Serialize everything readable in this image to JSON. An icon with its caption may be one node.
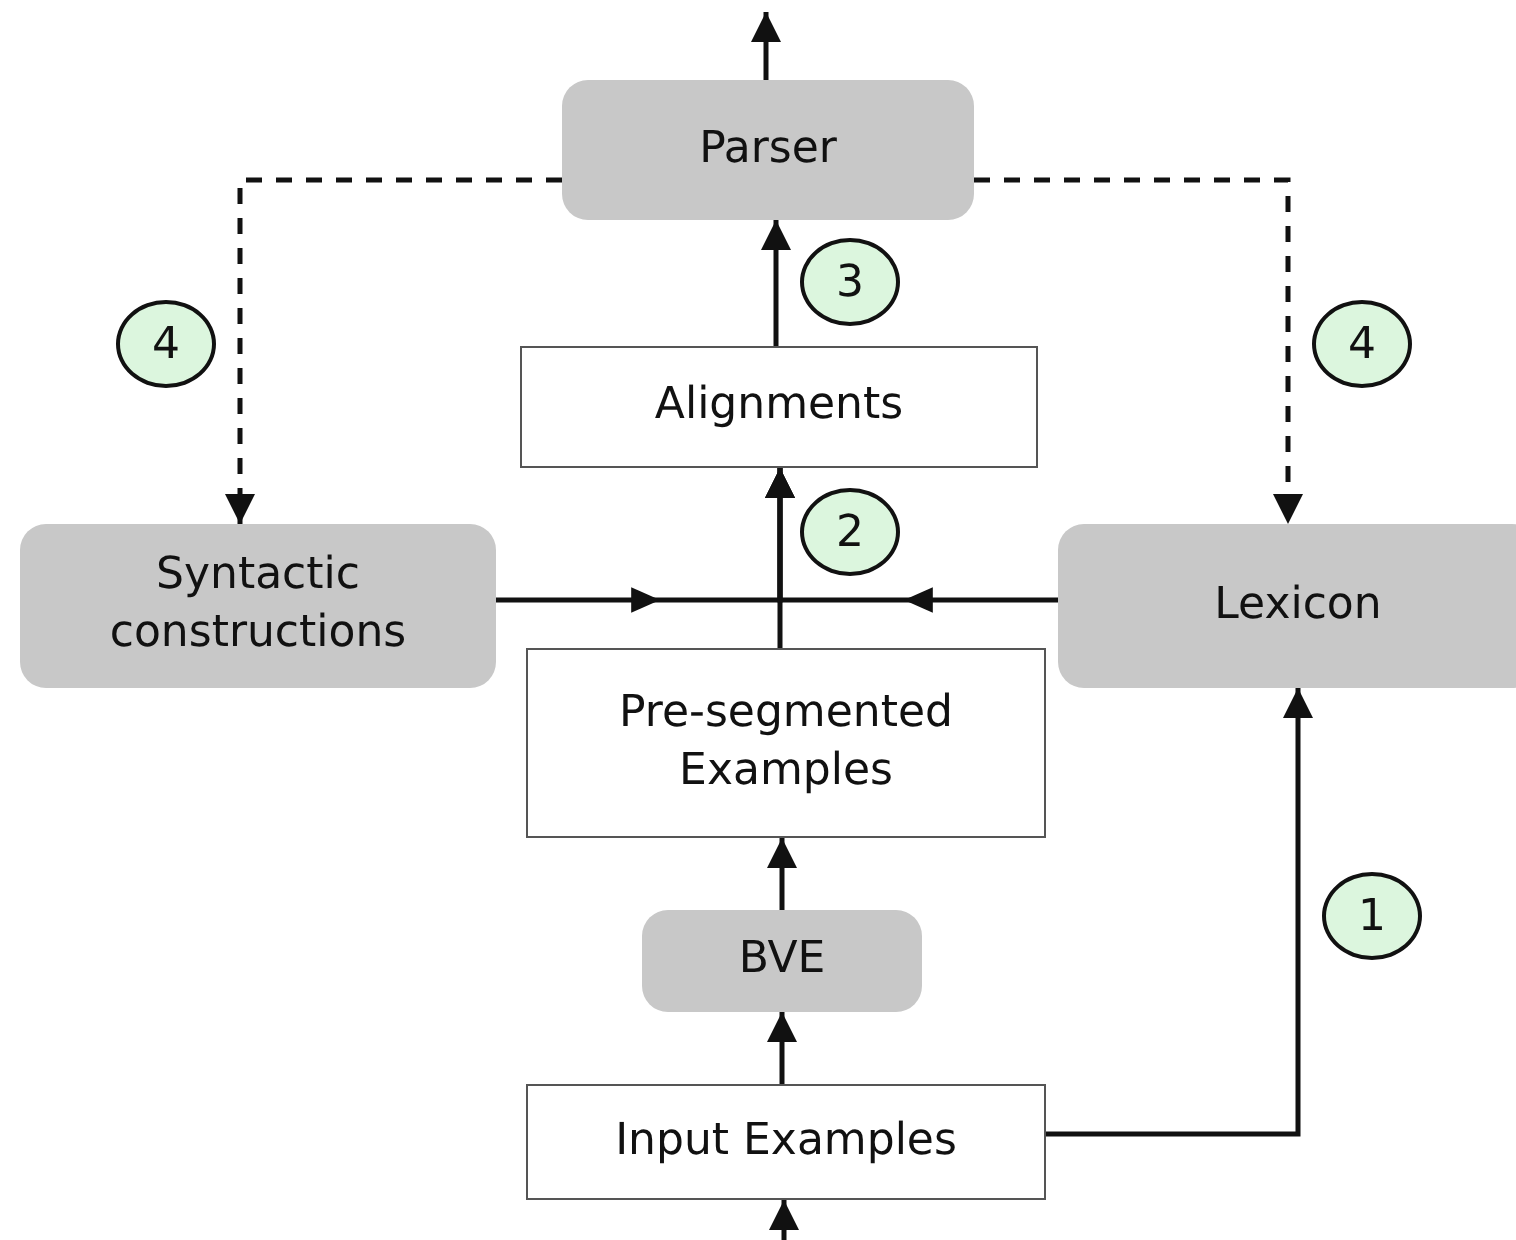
{
  "diagram": {
    "nodes": [
      {
        "text": [
          "Parser"
        ]
      },
      {
        "text": [
          "Alignments"
        ]
      },
      {
        "text": [
          "Syntactic constructions"
        ]
      },
      {
        "text": [
          "Lexicon"
        ]
      },
      {
        "text": [
          "Pre-segmented Examples"
        ]
      },
      {
        "text": [
          "BVE"
        ]
      },
      {
        "text": [
          "Input Examples"
        ]
      }
    ],
    "edges": [
      {
        "from": 0,
        "to": null,
        "arrow": "to"
      },
      {
        "from": 0,
        "to": 2,
        "arrow": "to",
        "style": "dashed"
      },
      {
        "from": 0,
        "to": 3,
        "arrow": "to",
        "style": "dashed"
      },
      {
        "from": 1,
        "to": 0,
        "arrow": "to"
      },
      {
        "from": 4,
        "to": 1,
        "arrow": "to"
      },
      {
        "from": 2,
        "to": 1,
        "arrow": "to"
      },
      {
        "from": 3,
        "to": 1,
        "arrow": "to"
      },
      {
        "from": 5,
        "to": 4,
        "arrow": "to"
      },
      {
        "from": 6,
        "to": 5,
        "arrow": "to"
      },
      {
        "from": 6,
        "to": 3,
        "arrow": "to"
      },
      {
        "from": null,
        "to": 6,
        "arrow": "to"
      }
    ],
    "labels": [
      "3",
      "4",
      "4",
      "2",
      "1"
    ]
  }
}
